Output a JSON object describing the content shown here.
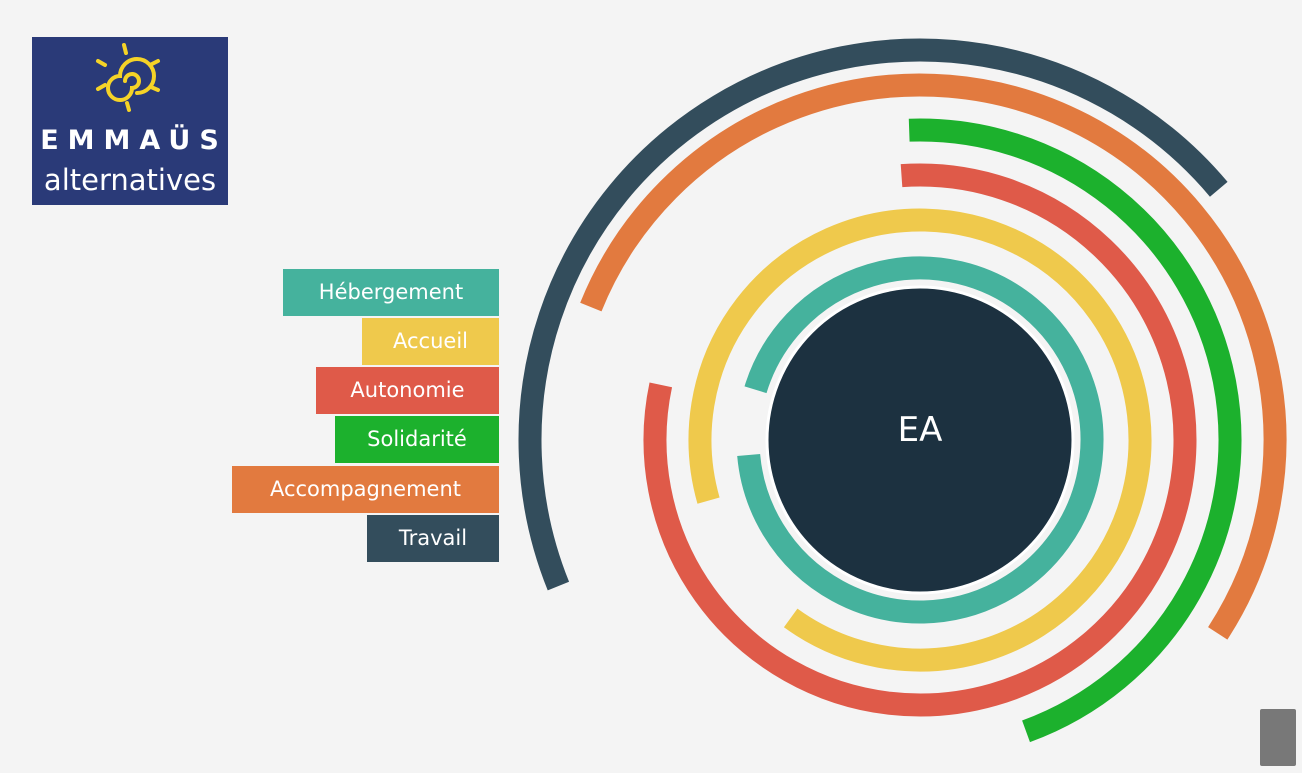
{
  "logo": {
    "line1": "EMMAÜS",
    "line2": "alternatives"
  },
  "center": {
    "label": "EA",
    "color": "#1c3140"
  },
  "legend": [
    {
      "label": "Hébergement",
      "color": "#45b29d"
    },
    {
      "label": "Accueil",
      "color": "#efc94c"
    },
    {
      "label": "Autonomie",
      "color": "#df5a49"
    },
    {
      "label": "Solidarité",
      "color": "#1cb12d"
    },
    {
      "label": "Accompagnement",
      "color": "#e27a3f"
    },
    {
      "label": "Travail",
      "color": "#334d5c"
    }
  ]
}
